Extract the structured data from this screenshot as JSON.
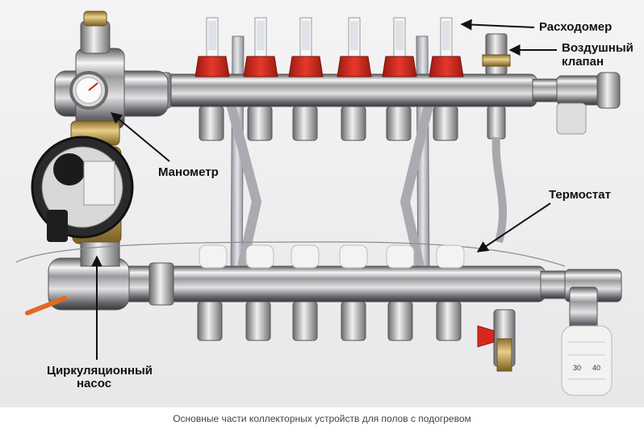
{
  "labels": {
    "flowmeter": "Расходомер",
    "air_valve_line1": "Воздушный",
    "air_valve_line2": "клапан",
    "gauge": "Манометр",
    "thermostat": "Термостат",
    "pump_line1": "Циркуляционный",
    "pump_line2": "насос"
  },
  "scale": {
    "t1": "30",
    "t2": "40"
  },
  "caption": "Основные части коллекторных устройств для полов с подогревом",
  "colors": {
    "valve_red": "#d8281e",
    "thermo_white": "#f2f2f0",
    "pump_black": "#1e1e1e",
    "brass": "#c9a85a"
  }
}
